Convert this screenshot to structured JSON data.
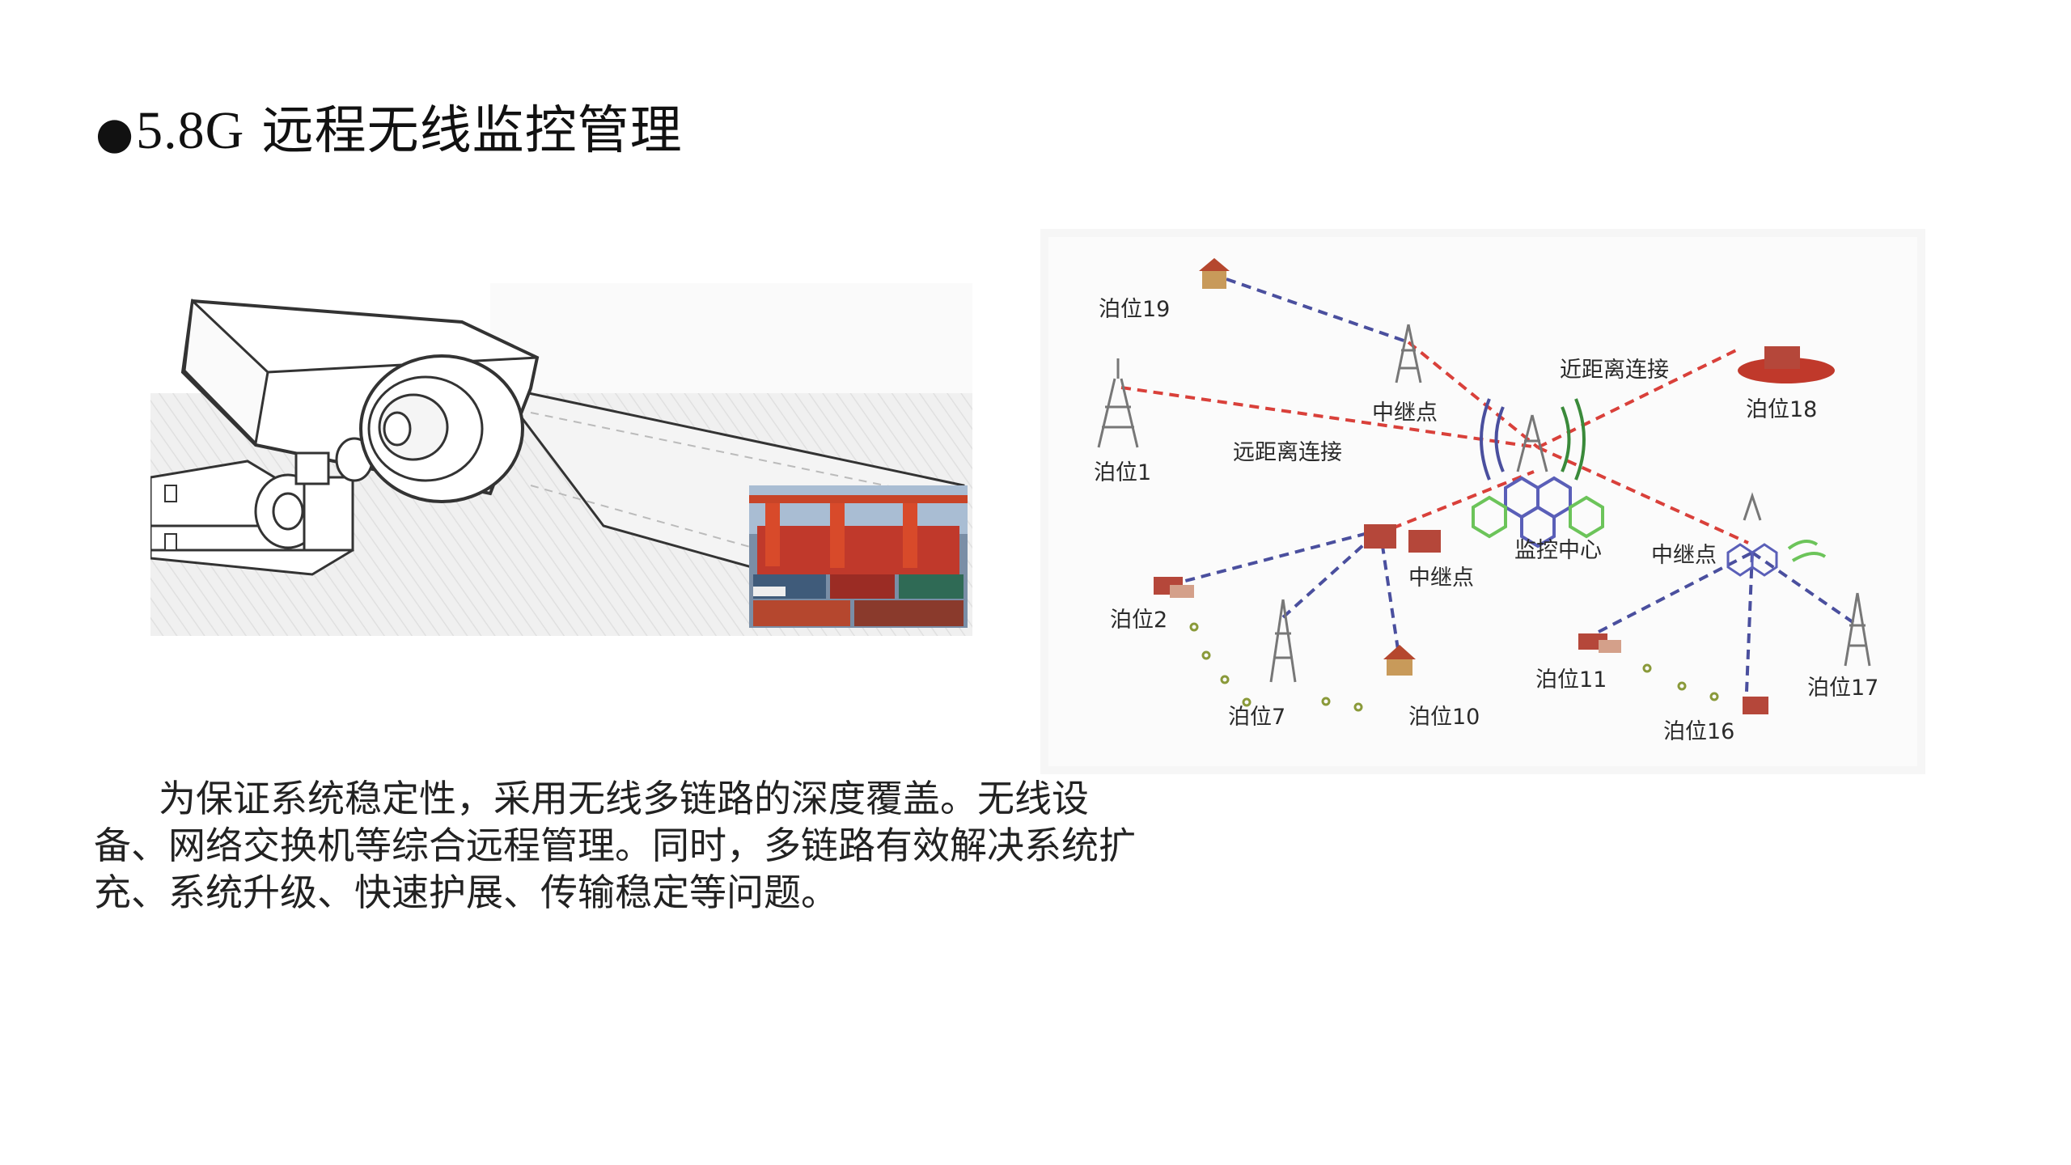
{
  "slide": {
    "title_prefix": "●",
    "title_version": "5.8G",
    "title_text": " 远程无线监控管理"
  },
  "diagram": {
    "labels": {
      "berth19": "泊位19",
      "berth1": "泊位1",
      "berth2": "泊位2",
      "berth7": "泊位7",
      "berth10": "泊位10",
      "berth11": "泊位11",
      "berth16": "泊位16",
      "berth17": "泊位17",
      "berth18": "泊位18",
      "relay_top": "中继点",
      "relay_mid": "中继点",
      "relay_right": "中继点",
      "long_range": "远距离连接",
      "short_range": "近距离连接",
      "monitor_center": "监控中心"
    },
    "colors": {
      "red_link": "#d9403a",
      "blue_link": "#4a4f9e",
      "green_dots": "#8a9a3a"
    }
  },
  "description": "为保证系统稳定性，采用无线多链路的深度覆盖。无线设备、网络交换机等综合远程管理。同时，多链路有效解决系统扩充、系统升级、快速护展、传输稳定等问题。"
}
